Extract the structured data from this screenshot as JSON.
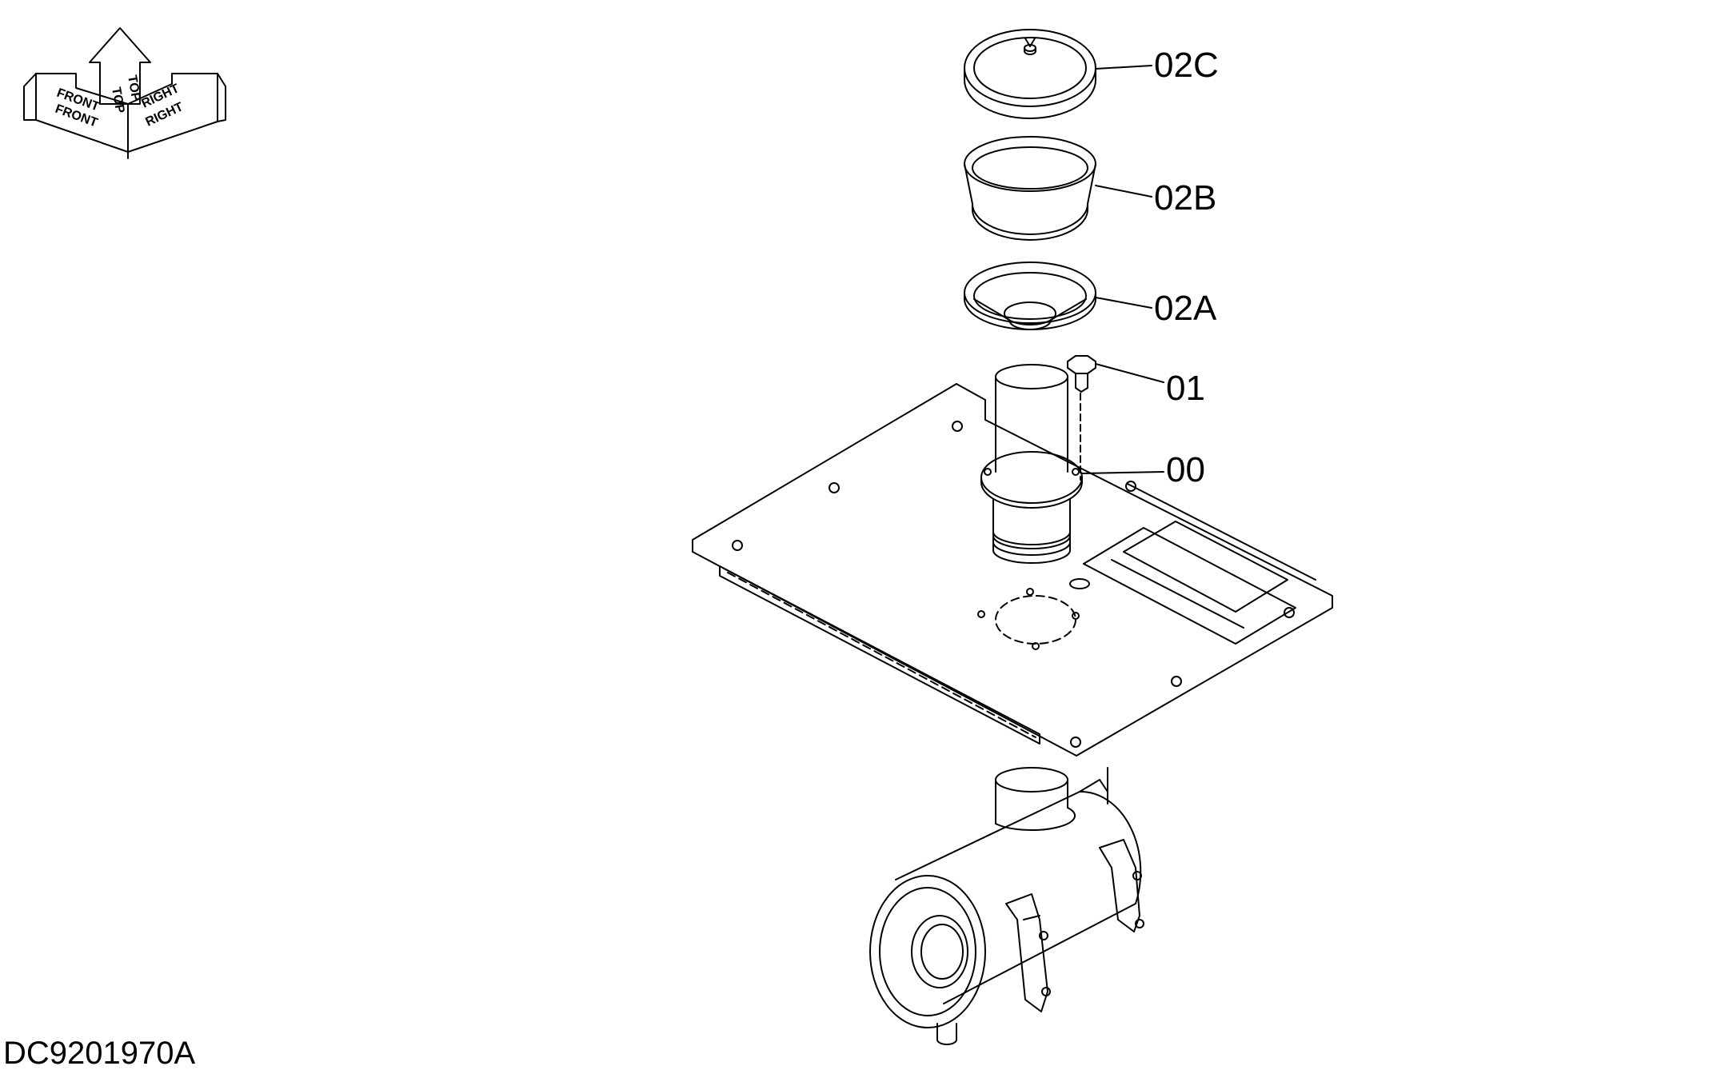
{
  "diagram": {
    "drawing_number": "DC9201970A",
    "orientation_labels": [
      "FRONT",
      "FRONT",
      "TOP",
      "TOP",
      "RIGHT",
      "RIGHT"
    ],
    "callouts": [
      {
        "id": "cap",
        "label": "02C"
      },
      {
        "id": "cup",
        "label": "02B"
      },
      {
        "id": "seal",
        "label": "02A"
      },
      {
        "id": "bolt",
        "label": "01"
      },
      {
        "id": "pipe",
        "label": "00"
      }
    ],
    "colors": {
      "line": "#000000",
      "background": "#ffffff"
    }
  }
}
